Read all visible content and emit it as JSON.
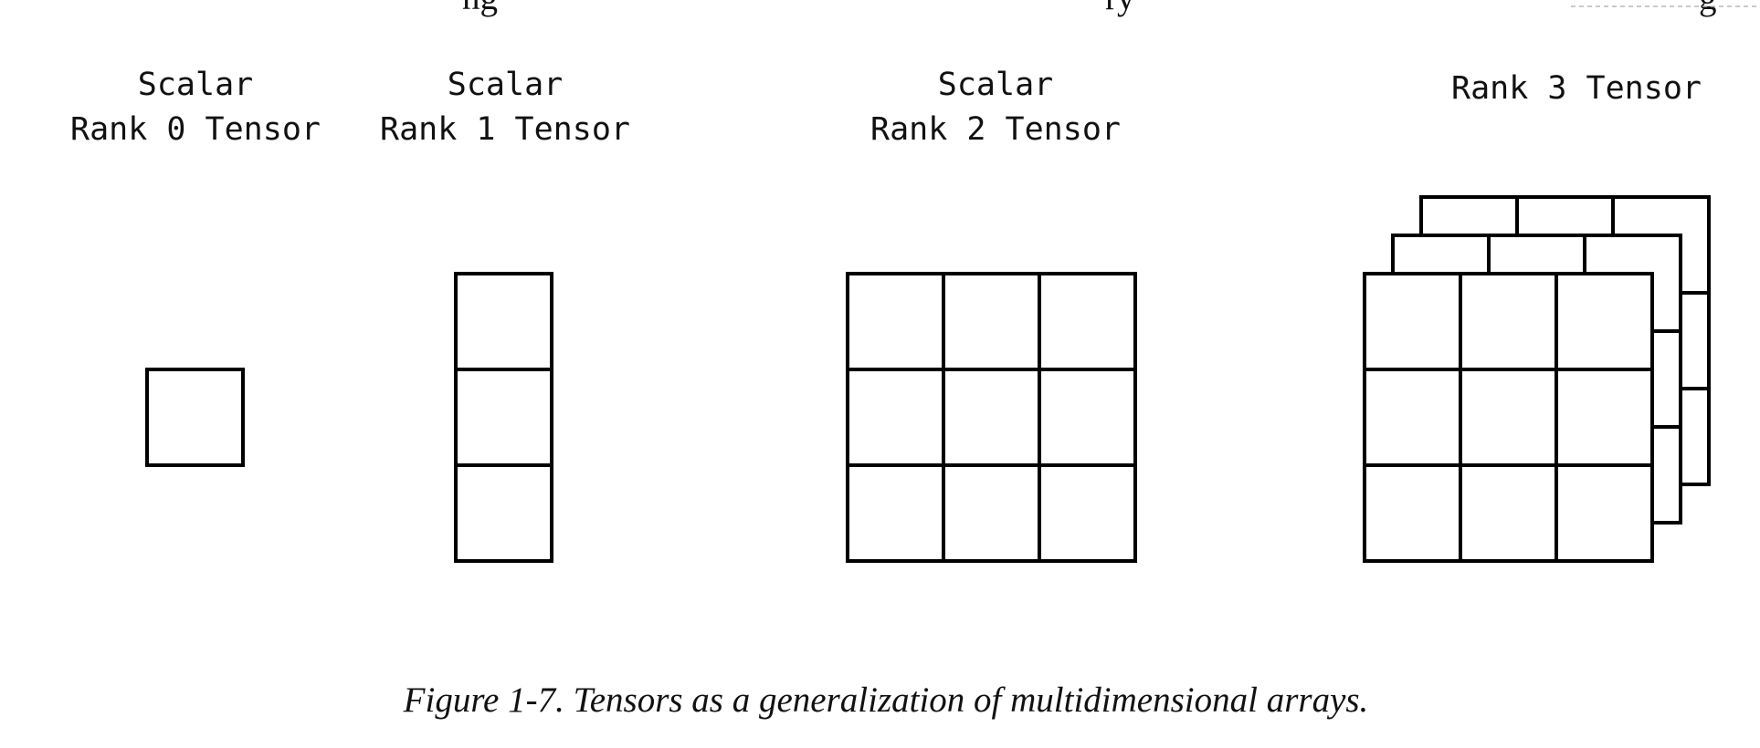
{
  "top_fragment": {
    "left": "ng",
    "middle": "ry",
    "right": "g"
  },
  "tensors": [
    {
      "title": "Scalar",
      "subtitle": "Rank 0 Tensor",
      "rows": 1,
      "cols": 1,
      "layers": 1
    },
    {
      "title": "Scalar",
      "subtitle": "Rank 1 Tensor",
      "rows": 3,
      "cols": 1,
      "layers": 1
    },
    {
      "title": "Scalar",
      "subtitle": "Rank 2 Tensor",
      "rows": 3,
      "cols": 3,
      "layers": 1
    },
    {
      "title": "Rank 3 Tensor",
      "subtitle": "",
      "rows": 3,
      "cols": 3,
      "layers": 3
    }
  ],
  "caption": "Figure 1-7. Tensors as a generalization of multidimensional arrays."
}
